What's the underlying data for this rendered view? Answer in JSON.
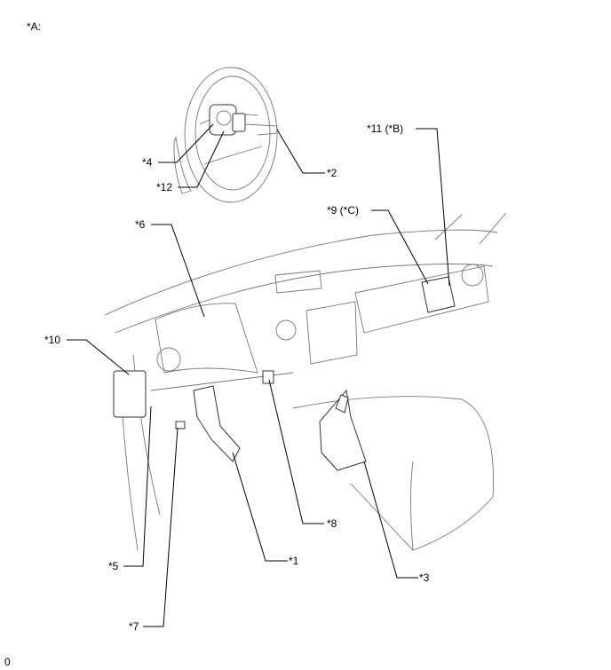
{
  "figure_label": "*A:",
  "callouts": {
    "c1": "*1",
    "c2": "*2",
    "c3": "*3",
    "c4": "*4",
    "c5": "*5",
    "c6": "*6",
    "c7": "*7",
    "c8": "*8",
    "c9": "*9 (*C)",
    "c10": "*10",
    "c11": "*11 (*B)",
    "c12": "*12"
  },
  "footer_mark": "0"
}
